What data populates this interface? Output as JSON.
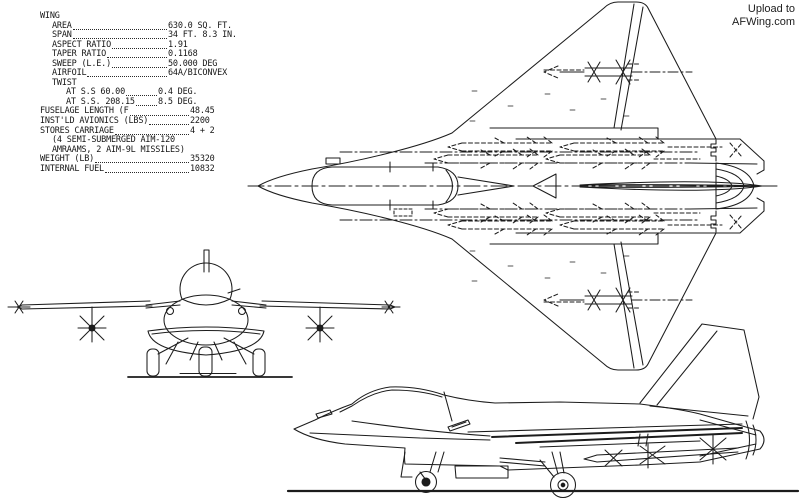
{
  "watermark": {
    "line1": "Upload to",
    "line2": "AFWing.com"
  },
  "spec_table": {
    "title": "WING",
    "rows": [
      {
        "indent": 1,
        "label": "AREA",
        "value": "630.0 SQ. FT."
      },
      {
        "indent": 1,
        "label": "SPAN",
        "value": "34 FT. 8.3 IN."
      },
      {
        "indent": 1,
        "label": "ASPECT RATIO",
        "value": "1.91"
      },
      {
        "indent": 1,
        "label": "TAPER RATIO",
        "value": "0.1168"
      },
      {
        "indent": 1,
        "label": "SWEEP (L.E.)",
        "value": "50.000 DEG"
      },
      {
        "indent": 1,
        "label": "AIRFOIL",
        "value": "64A/BICONVEX"
      },
      {
        "indent": 1,
        "label": "TWIST",
        "value": ""
      },
      {
        "indent": 2,
        "label": "AT S.S  60.00",
        "value": "0.4 DEG."
      },
      {
        "indent": 2,
        "label": "AT S.S. 208.15",
        "value": "8.5 DEG."
      },
      {
        "indent": 0,
        "label": "FUSELAGE LENGTH (F",
        "value": "48.45"
      },
      {
        "indent": 0,
        "label": "INST'LD AVIONICS (LBS)",
        "value": "2200"
      },
      {
        "indent": 0,
        "label": "STORES CARRIAGE",
        "value": "4 + 2"
      },
      {
        "indent": 1,
        "label": "(4 SEMI-SUBMERGED AIM-120",
        "value": ""
      },
      {
        "indent": 1,
        "label": "AMRAAMS, 2 AIM-9L MISSILES)",
        "value": ""
      },
      {
        "indent": 0,
        "label": "WEIGHT (LB)",
        "value": "35320"
      },
      {
        "indent": 0,
        "label": "INTERNAL FUEL",
        "value": "10832"
      }
    ]
  },
  "drawing": {
    "background": "#ffffff",
    "line_color": "#1c1c1c"
  }
}
